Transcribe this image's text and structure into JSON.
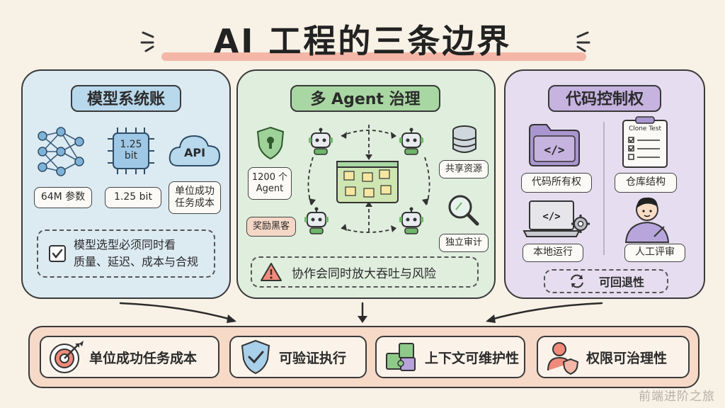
{
  "title": "AI 工程的三条边界",
  "panels": {
    "left": {
      "title": "模型系统账",
      "chip_icon_text": "1.25\nbit",
      "api_text": "API",
      "chips": [
        "64M 参数",
        "1.25 bit",
        "单位成功\n任务成本"
      ],
      "note": "模型选型必须同时看\n质量、延迟、成本与合规"
    },
    "mid": {
      "title": "多 Agent 治理",
      "left_labels": [
        "1200 个\nAgent",
        "奖励黑客"
      ],
      "right_labels": [
        "共享资源",
        "独立审计"
      ],
      "note": "协作会同时放大吞吐与风险"
    },
    "right": {
      "title": "代码控制权",
      "clipboard_text": "Clone Test",
      "items": [
        "代码所有权",
        "仓库结构",
        "本地运行",
        "人工评审"
      ],
      "note": "可回退性"
    }
  },
  "bottom": {
    "items": [
      "单位成功任务成本",
      "可验证执行",
      "上下文可维护性",
      "权限可治理性"
    ]
  },
  "watermark": "前端进阶之旅",
  "colors": {
    "blue_panel": "#dceaf2",
    "green_panel": "#dfeedd",
    "purple_panel": "#e6ddf0",
    "bottom_bar": "#f6d9c7",
    "accent_pink": "#f4b7a7"
  }
}
